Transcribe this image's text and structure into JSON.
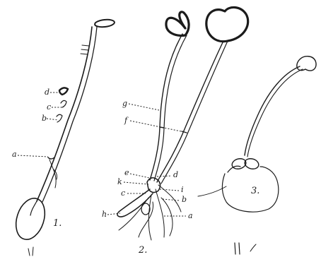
{
  "figure1": {
    "number": "1.",
    "labels": {
      "d": "d",
      "c": "c",
      "b": "b",
      "a": "a"
    }
  },
  "figure2": {
    "number": "2.",
    "labels": {
      "g": "g",
      "f": "f",
      "e": "e",
      "d": "d",
      "k": "k",
      "i": "i",
      "c": "c",
      "b": "b",
      "h": "h",
      "a": "a"
    }
  },
  "figure3": {
    "number": "3."
  }
}
